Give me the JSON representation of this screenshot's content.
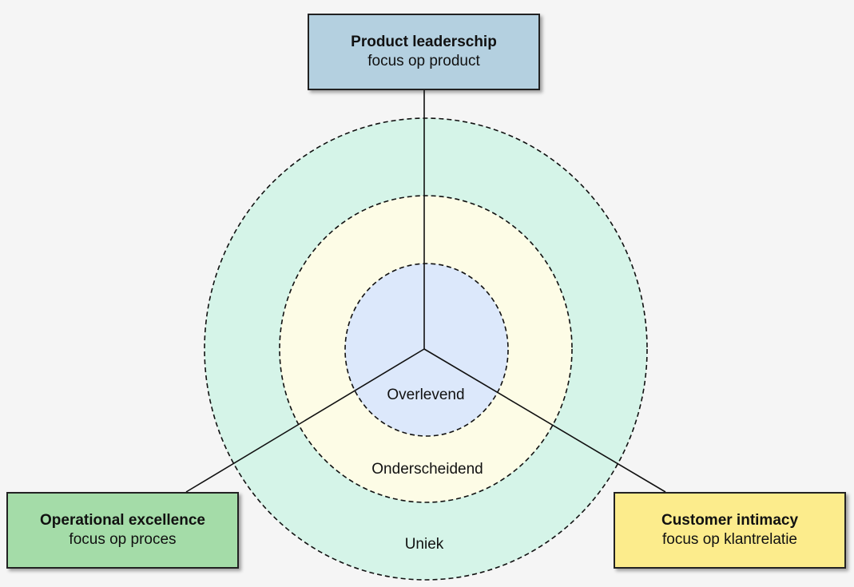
{
  "boxes": {
    "product": {
      "title": "Product leaderschip",
      "subtitle": "focus op product",
      "color": "#b4d0e0"
    },
    "operational": {
      "title": "Operational excellence",
      "subtitle": "focus op proces",
      "color": "#a4dca8"
    },
    "customer": {
      "title": "Customer intimacy",
      "subtitle": "focus op klantrelatie",
      "color": "#fcec8c"
    }
  },
  "rings": {
    "outer": {
      "label": "Uniek",
      "color": "#d5f4e8"
    },
    "middle": {
      "label": "Onderscheidend",
      "color": "#fdfce6"
    },
    "inner": {
      "label": "Overlevend",
      "color": "#dce8fb"
    }
  }
}
